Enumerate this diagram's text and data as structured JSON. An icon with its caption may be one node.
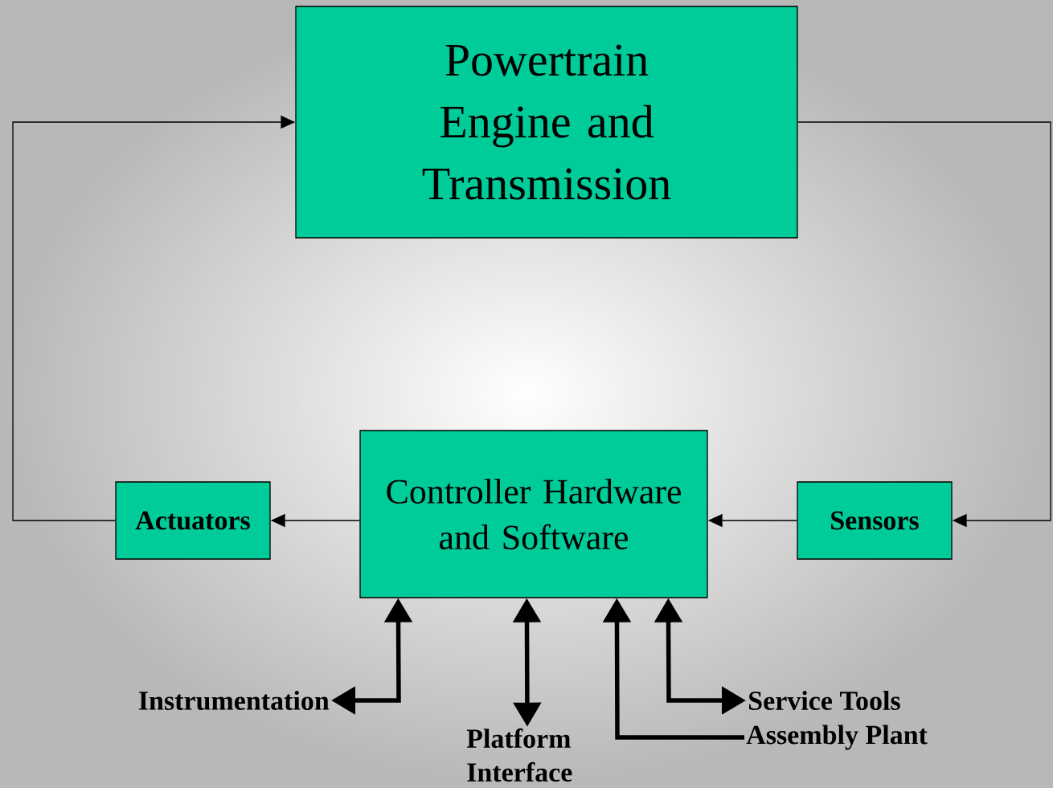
{
  "diagram": {
    "nodes": [
      {
        "text": [
          "Powertrain Engine and Transmission"
        ]
      },
      {
        "text": [
          "Actuators"
        ]
      },
      {
        "text": [
          "Controller Hardware and Software"
        ]
      },
      {
        "text": [
          "Sensors"
        ]
      },
      {
        "text": [
          "Instrumentation"
        ]
      },
      {
        "text": [
          "Platform Interface"
        ]
      },
      {
        "text": [
          "Service Tools"
        ]
      },
      {
        "text": [
          "Assembly Plant"
        ]
      }
    ],
    "edges": [
      {
        "from": 1,
        "to": 0,
        "arrow": "to"
      },
      {
        "from": 2,
        "to": 1,
        "arrow": "to"
      },
      {
        "from": 3,
        "to": 2,
        "arrow": "to"
      },
      {
        "from": 0,
        "to": 3,
        "arrow": "to"
      },
      {
        "from": 2,
        "to": 4,
        "arrow": "both",
        "style": "thick"
      },
      {
        "from": 2,
        "to": 5,
        "arrow": "both",
        "style": "thick"
      },
      {
        "from": 7,
        "to": 2,
        "arrow": "to",
        "style": "thick"
      },
      {
        "from": 2,
        "to": 6,
        "arrow": "both",
        "style": "thick"
      }
    ]
  }
}
